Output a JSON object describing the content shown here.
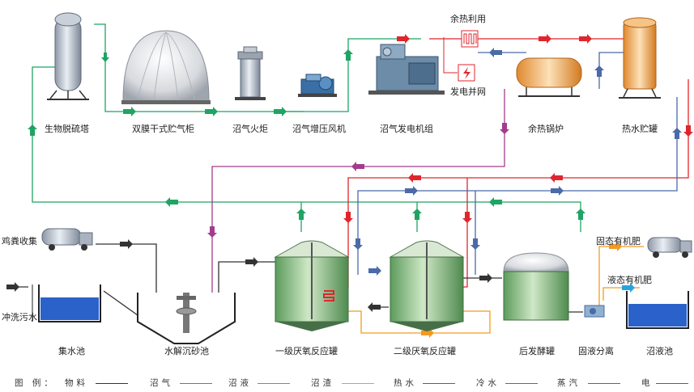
{
  "equipment": {
    "desulfurizer": "生物脱硫塔",
    "gas_holder": "双膜干式贮气柜",
    "flare": "沼气火炬",
    "booster_fan": "沼气增压风机",
    "generator_set": "沼气发电机组",
    "heat_recovery": "余热利用",
    "grid": "发电并网",
    "waste_heat_boiler": "余热锅炉",
    "hot_water_tank": "热水贮罐",
    "manure_collection": "鸡粪收集",
    "flush_water": "冲洗污水",
    "collection_pool": "集水池",
    "hydrolysis_tank": "水解沉砂池",
    "digester_1": "一级厌氧反应罐",
    "digester_2": "二级厌氧反应罐",
    "post_fermenter": "后发酵罐",
    "solid_fertilizer": "固态有机肥",
    "liquid_fertilizer": "液态有机肥",
    "separator": "固液分离",
    "slurry_pool": "沼液池"
  },
  "legend": {
    "title": "图 例：",
    "items": [
      {
        "label": "物料",
        "color": "#333333"
      },
      {
        "label": "沼气",
        "color": "#1fa463"
      },
      {
        "label": "沼液",
        "color": "#29a3dd"
      },
      {
        "label": "沼渣",
        "color": "#f39a21"
      },
      {
        "label": "热水",
        "color": "#e0262d"
      },
      {
        "label": "冷水",
        "color": "#4b6aa8"
      },
      {
        "label": "蒸汽",
        "color": "#a33c8c"
      },
      {
        "label": "电",
        "color": "#e0262d"
      }
    ]
  }
}
